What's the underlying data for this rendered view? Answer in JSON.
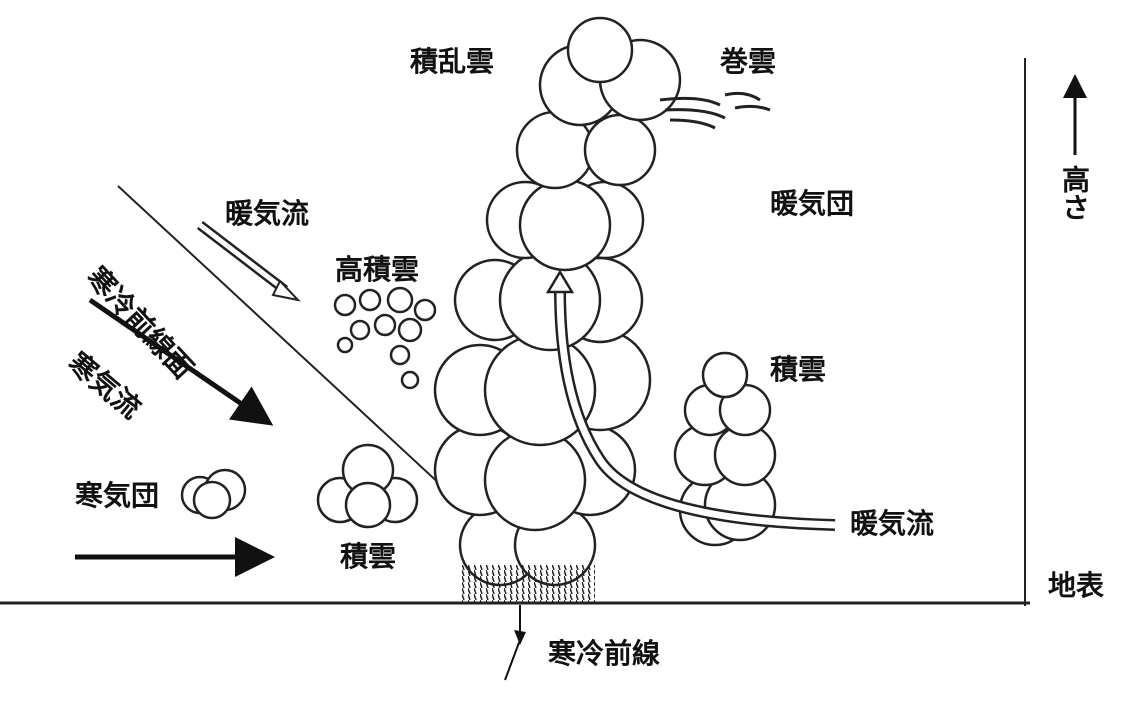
{
  "title": "寒冷前線の断面図",
  "labels": {
    "cumulonimbus": "積乱雲",
    "cirrus": "巻雲",
    "warm_flow_top": "暖気流",
    "cold_front_surface": "寒冷前線面",
    "altocumulus": "高積雲",
    "warm_air_mass": "暖気団",
    "cold_flow": "寒気流",
    "cumulus_right": "積雲",
    "cold_air_mass": "寒気団",
    "cumulus_left": "積雲",
    "warm_flow_bottom": "暖気流",
    "ground": "地表",
    "cold_front": "寒冷前線",
    "height": "高さ"
  },
  "colors": {
    "ink": "#111111",
    "background": "#ffffff"
  }
}
